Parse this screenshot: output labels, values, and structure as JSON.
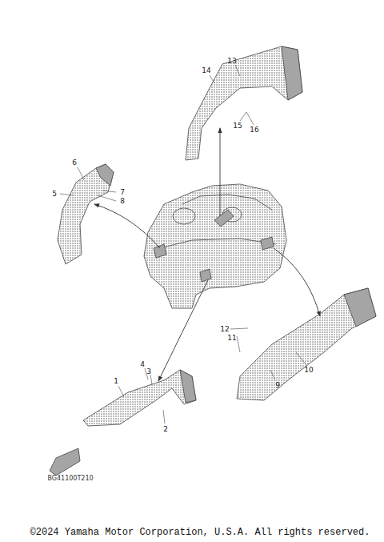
{
  "diagram": {
    "labels": [
      "13",
      "14",
      "15",
      "16",
      "6",
      "5",
      "7",
      "8",
      "12",
      "11",
      "10",
      "9",
      "4",
      "3",
      "1",
      "2",
      "BG41100T210",
      "©2024 Yamaha Motor Corporation, U.S.A. All rights reserved."
    ]
  }
}
